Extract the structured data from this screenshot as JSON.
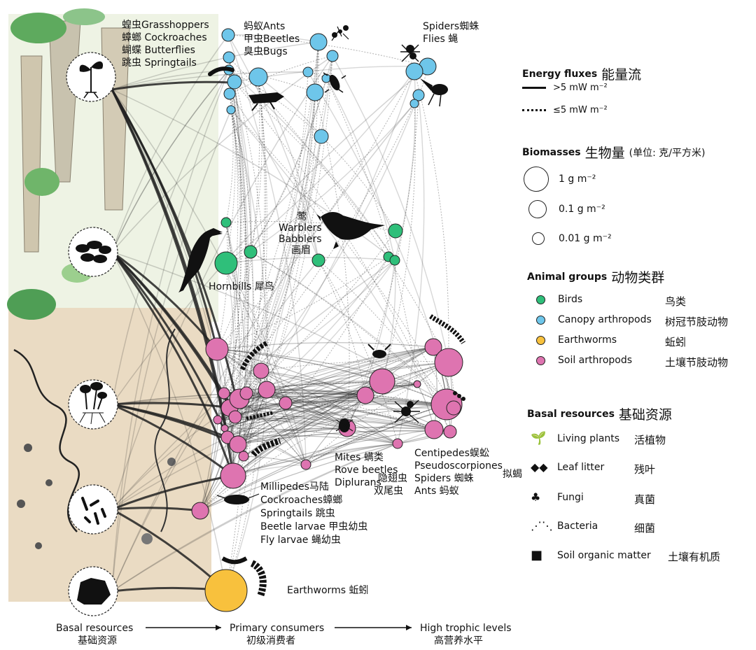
{
  "labels": {
    "canopy_left": [
      "蝗虫Grasshoppers",
      "蟑螂 Cockroaches",
      "蝴蝶 Butterflies",
      "跳虫 Springtails"
    ],
    "canopy_mid": [
      "蚂蚁Ants",
      "甲虫Beetles",
      "臭虫Bugs"
    ],
    "canopy_right": [
      "Spiders蜘蛛",
      "Flies 蝇"
    ],
    "birds_mid": [
      "莺",
      "Warblers",
      "Babblers",
      "画眉"
    ],
    "hornbills": "Hornbills 犀鸟",
    "soil_left": [
      "Millipedes马陆",
      "Cockroaches蟑螂",
      "Springtails 跳虫",
      "Beetle larvae 甲虫幼虫",
      "Fly larvae 蝇幼虫"
    ],
    "soil_mid": [
      "Mites 螨类",
      "Rove beetles",
      "Diplurans"
    ],
    "soil_mid_zh": [
      "隐翅虫",
      "双尾虫"
    ],
    "soil_right": [
      "Centipedes蜈蚣",
      "Pseudoscorpiones",
      "Spiders 蜘蛛",
      "Ants 蚂蚁"
    ],
    "pseudo_zh": "拟蝎",
    "earthworms": "Earthworms 蚯蚓"
  },
  "axis": {
    "basal_en": "Basal resources",
    "basal_zh": "基础资源",
    "primary_en": "Primary consumers",
    "primary_zh": "初级消费者",
    "high_en": "High trophic levels",
    "high_zh": "高营养水平"
  },
  "legend": {
    "energy_title": "Energy fluxes",
    "energy_title_zh": "能量流",
    "flux_high": ">5 mW m⁻²",
    "flux_low": "≤5 mW m⁻²",
    "biomass_title": "Biomasses",
    "biomass_title_zh": "生物量",
    "biomass_unit_zh": "(单位: 克/平方米)",
    "biomass_items": [
      "1 g m⁻²",
      "0.1 g m⁻²",
      "0.01 g m⁻²"
    ],
    "groups_title": "Animal groups",
    "groups_title_zh": "动物类群",
    "groups": [
      {
        "en": "Birds",
        "zh": "鸟类",
        "color": "#2fbf7a"
      },
      {
        "en": "Canopy arthropods",
        "zh": "树冠节肢动物",
        "color": "#6ec6ea"
      },
      {
        "en": "Earthworms",
        "zh": "蚯蚓",
        "color": "#f8c13d"
      },
      {
        "en": "Soil arthropods",
        "zh": "土壤节肢动物",
        "color": "#de74b0"
      }
    ],
    "basal_title": "Basal resources",
    "basal_title_zh": "基础资源",
    "basal": [
      {
        "en": "Living plants",
        "zh": "活植物",
        "icon": "plant-icon"
      },
      {
        "en": "Leaf litter",
        "zh": "残叶",
        "icon": "leaf-litter-icon"
      },
      {
        "en": "Fungi",
        "zh": "真菌",
        "icon": "fungi-icon"
      },
      {
        "en": "Bacteria",
        "zh": "细菌",
        "icon": "bacteria-icon"
      },
      {
        "en": "Soil organic matter",
        "zh": "土壤有机质",
        "icon": "soil-organic-matter-icon"
      }
    ]
  },
  "colors": {
    "bird": "#2fbf7a",
    "canopy": "#6ec6ea",
    "earthworm": "#f8c13d",
    "soil": "#de74b0"
  }
}
